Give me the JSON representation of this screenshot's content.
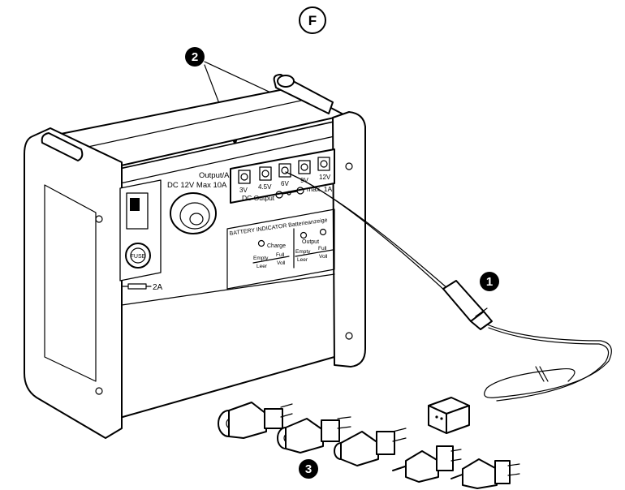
{
  "figure_label": "F",
  "callouts": {
    "one": "1",
    "two": "2",
    "three": "3"
  },
  "front_panel": {
    "output_title_line1": "Output/Ausgang",
    "output_title_line2": "DC 12V Max 10A",
    "fuse_label": "FUSE",
    "fuse_rating": "2A"
  },
  "dc_output": {
    "voltages": [
      "3V",
      "4.5V",
      "6V",
      "9V",
      "12V"
    ],
    "label": "DC Output",
    "max_current": "max. 1A"
  },
  "battery_indicator": {
    "title": "BATTERY INDICATOR Batterieanzeige",
    "left_group": {
      "header": "Charge",
      "low": "Empty",
      "high": "Full",
      "unit": "Leer",
      "unit2": "Voll"
    },
    "right_group": {
      "header": "Output",
      "low": "Empty",
      "high": "Full",
      "unit": "Leer",
      "unit2": "Voll"
    }
  }
}
